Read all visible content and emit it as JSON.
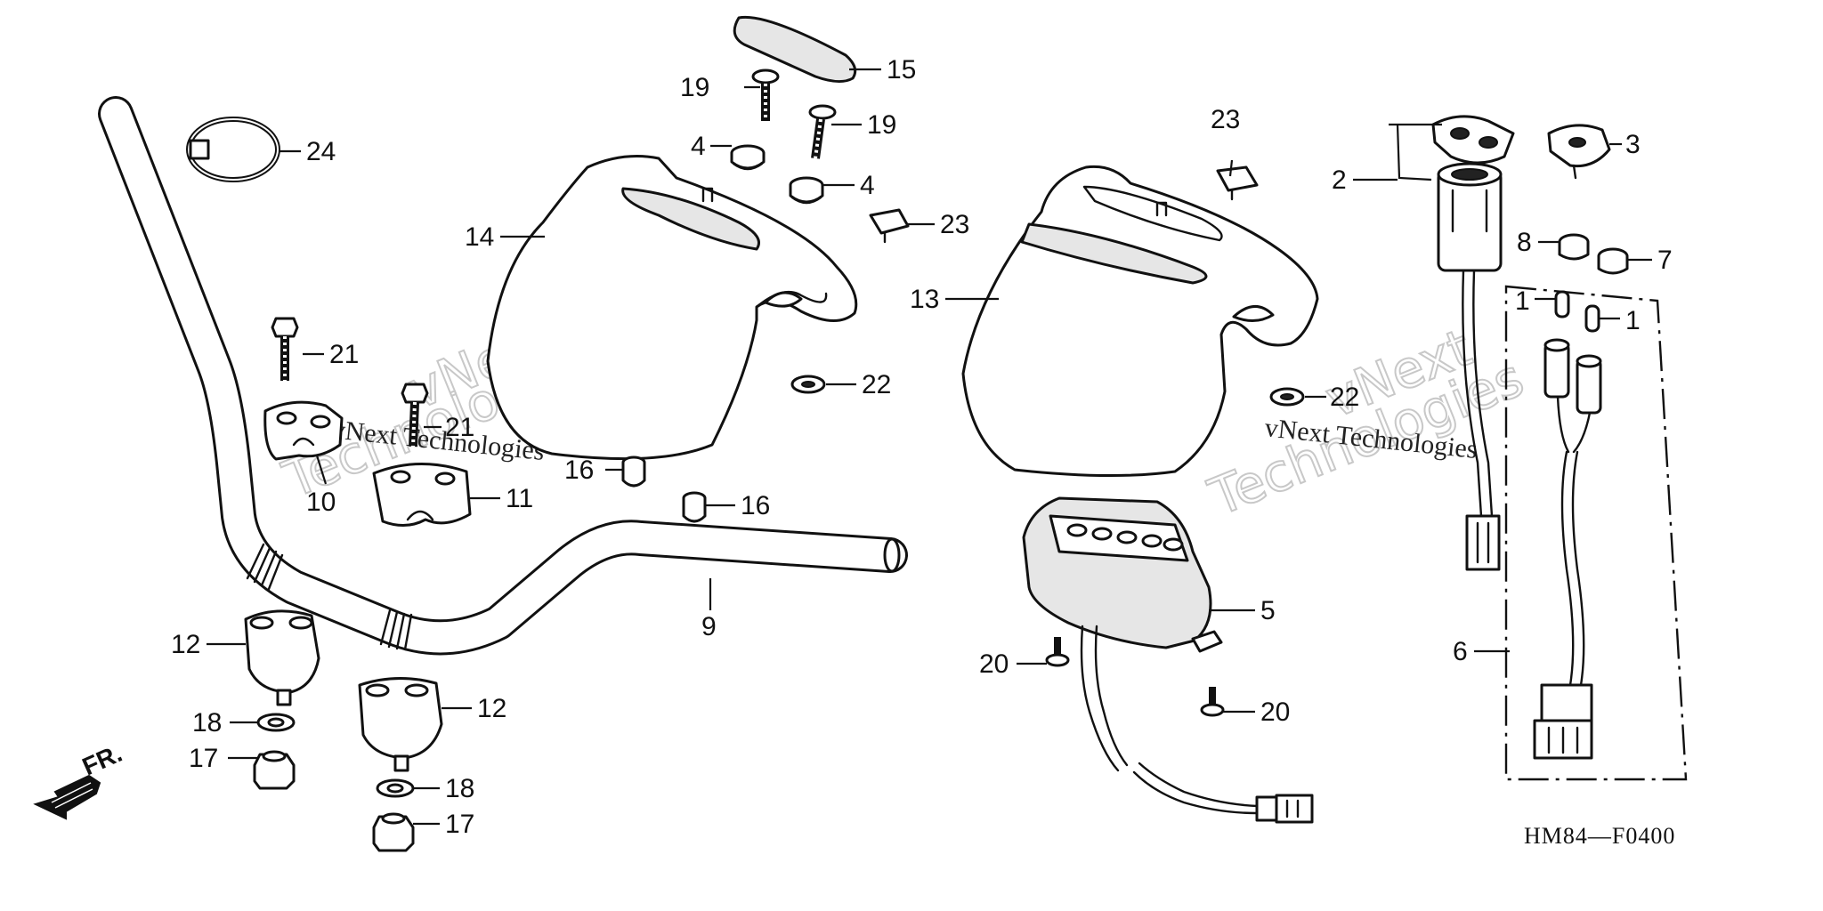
{
  "diagram": {
    "code": "HM84—F0400",
    "direction_label": "FR.",
    "watermark": {
      "line1": "vNext",
      "line2": "Technologies",
      "inline": "vNext Technologies"
    },
    "callouts": [
      {
        "n": "1"
      },
      {
        "n": "1"
      },
      {
        "n": "2"
      },
      {
        "n": "3"
      },
      {
        "n": "4"
      },
      {
        "n": "4"
      },
      {
        "n": "5"
      },
      {
        "n": "6"
      },
      {
        "n": "7"
      },
      {
        "n": "8"
      },
      {
        "n": "9"
      },
      {
        "n": "10"
      },
      {
        "n": "11"
      },
      {
        "n": "12"
      },
      {
        "n": "12"
      },
      {
        "n": "13"
      },
      {
        "n": "14"
      },
      {
        "n": "15"
      },
      {
        "n": "16"
      },
      {
        "n": "16"
      },
      {
        "n": "17"
      },
      {
        "n": "17"
      },
      {
        "n": "18"
      },
      {
        "n": "18"
      },
      {
        "n": "19"
      },
      {
        "n": "19"
      },
      {
        "n": "20"
      },
      {
        "n": "20"
      },
      {
        "n": "21"
      },
      {
        "n": "21"
      },
      {
        "n": "22"
      },
      {
        "n": "22"
      },
      {
        "n": "23"
      },
      {
        "n": "23"
      },
      {
        "n": "24"
      }
    ]
  }
}
